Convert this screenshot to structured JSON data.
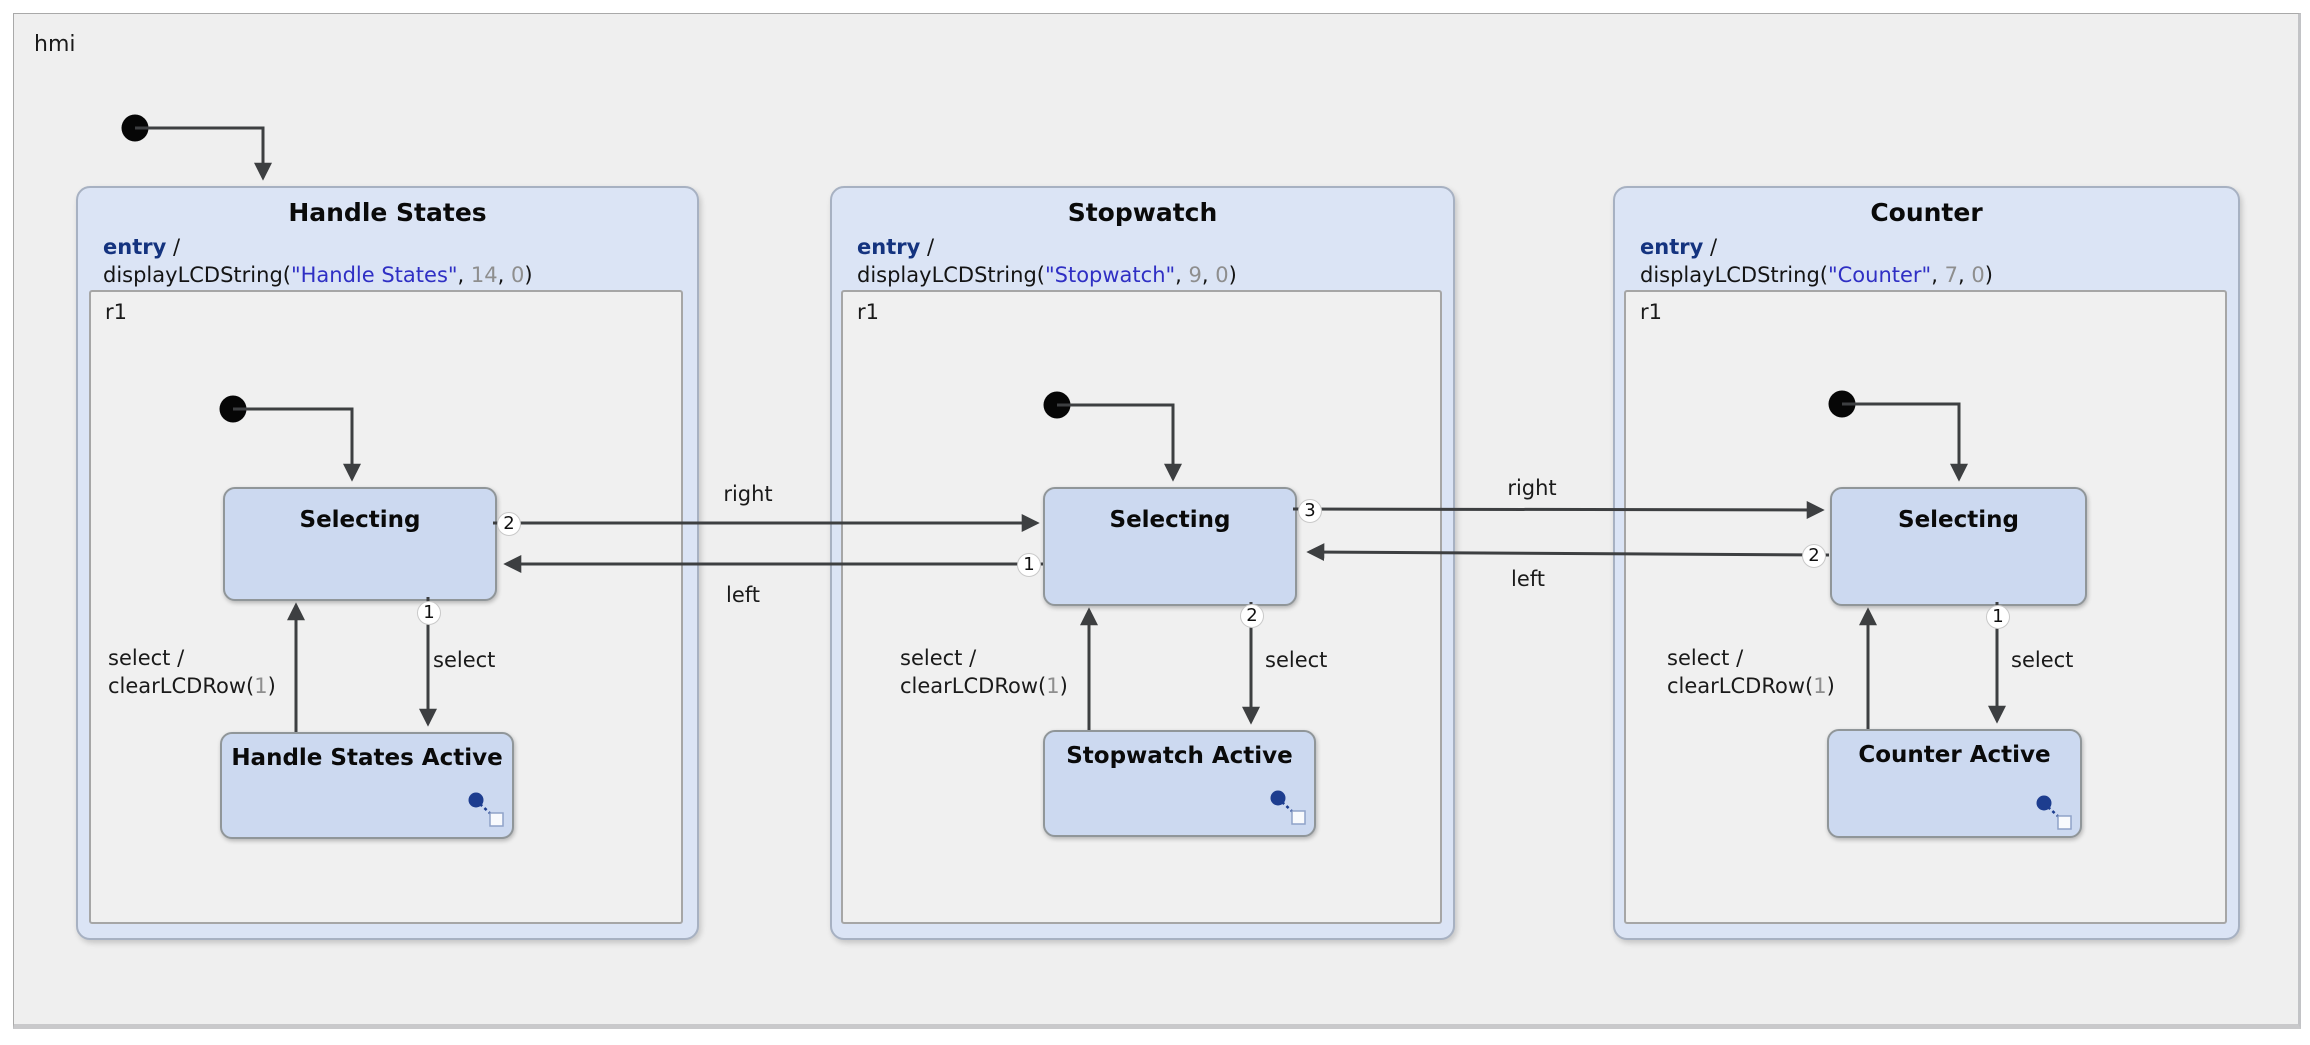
{
  "diagram_label": "hmi",
  "link_labels": {
    "hs_sw_right": "right",
    "sw_hs_left": "left",
    "sw_ct_right": "right",
    "ct_sw_left": "left"
  },
  "badges": {
    "hs_right_out": "2",
    "hs_down": "1",
    "sw_left_out": "1",
    "sw_right_out": "3",
    "sw_down": "2",
    "ct_left_out": "2",
    "ct_down": "1"
  },
  "select_labels": {
    "down": "select",
    "up_line1": "select /",
    "up_fn": "clearLCDRow(",
    "up_arg": "1",
    "up_close": ")"
  },
  "composites": [
    {
      "title": "Handle States",
      "entry_keyword": "entry",
      "entry_slash": " /",
      "code": {
        "fn": "displayLCDString(",
        "str": "\"Handle States\"",
        "sep1": ", ",
        "num1": "14",
        "sep2": ", ",
        "num2": "0",
        "close": ")"
      },
      "region_label": "r1",
      "selecting_label": "Selecting",
      "active_label": "Handle States Active"
    },
    {
      "title": "Stopwatch",
      "entry_keyword": "entry",
      "entry_slash": " /",
      "code": {
        "fn": "displayLCDString(",
        "str": "\"Stopwatch\"",
        "sep1": ", ",
        "num1": "9",
        "sep2": ", ",
        "num2": "0",
        "close": ")"
      },
      "region_label": "r1",
      "selecting_label": "Selecting",
      "active_label": "Stopwatch Active"
    },
    {
      "title": "Counter",
      "entry_keyword": "entry",
      "entry_slash": " /",
      "code": {
        "fn": "displayLCDString(",
        "str": "\"Counter\"",
        "sep1": ", ",
        "num1": "7",
        "sep2": ", ",
        "num2": "0",
        "close": ")"
      },
      "region_label": "r1",
      "selecting_label": "Selecting",
      "active_label": "Counter Active"
    }
  ]
}
